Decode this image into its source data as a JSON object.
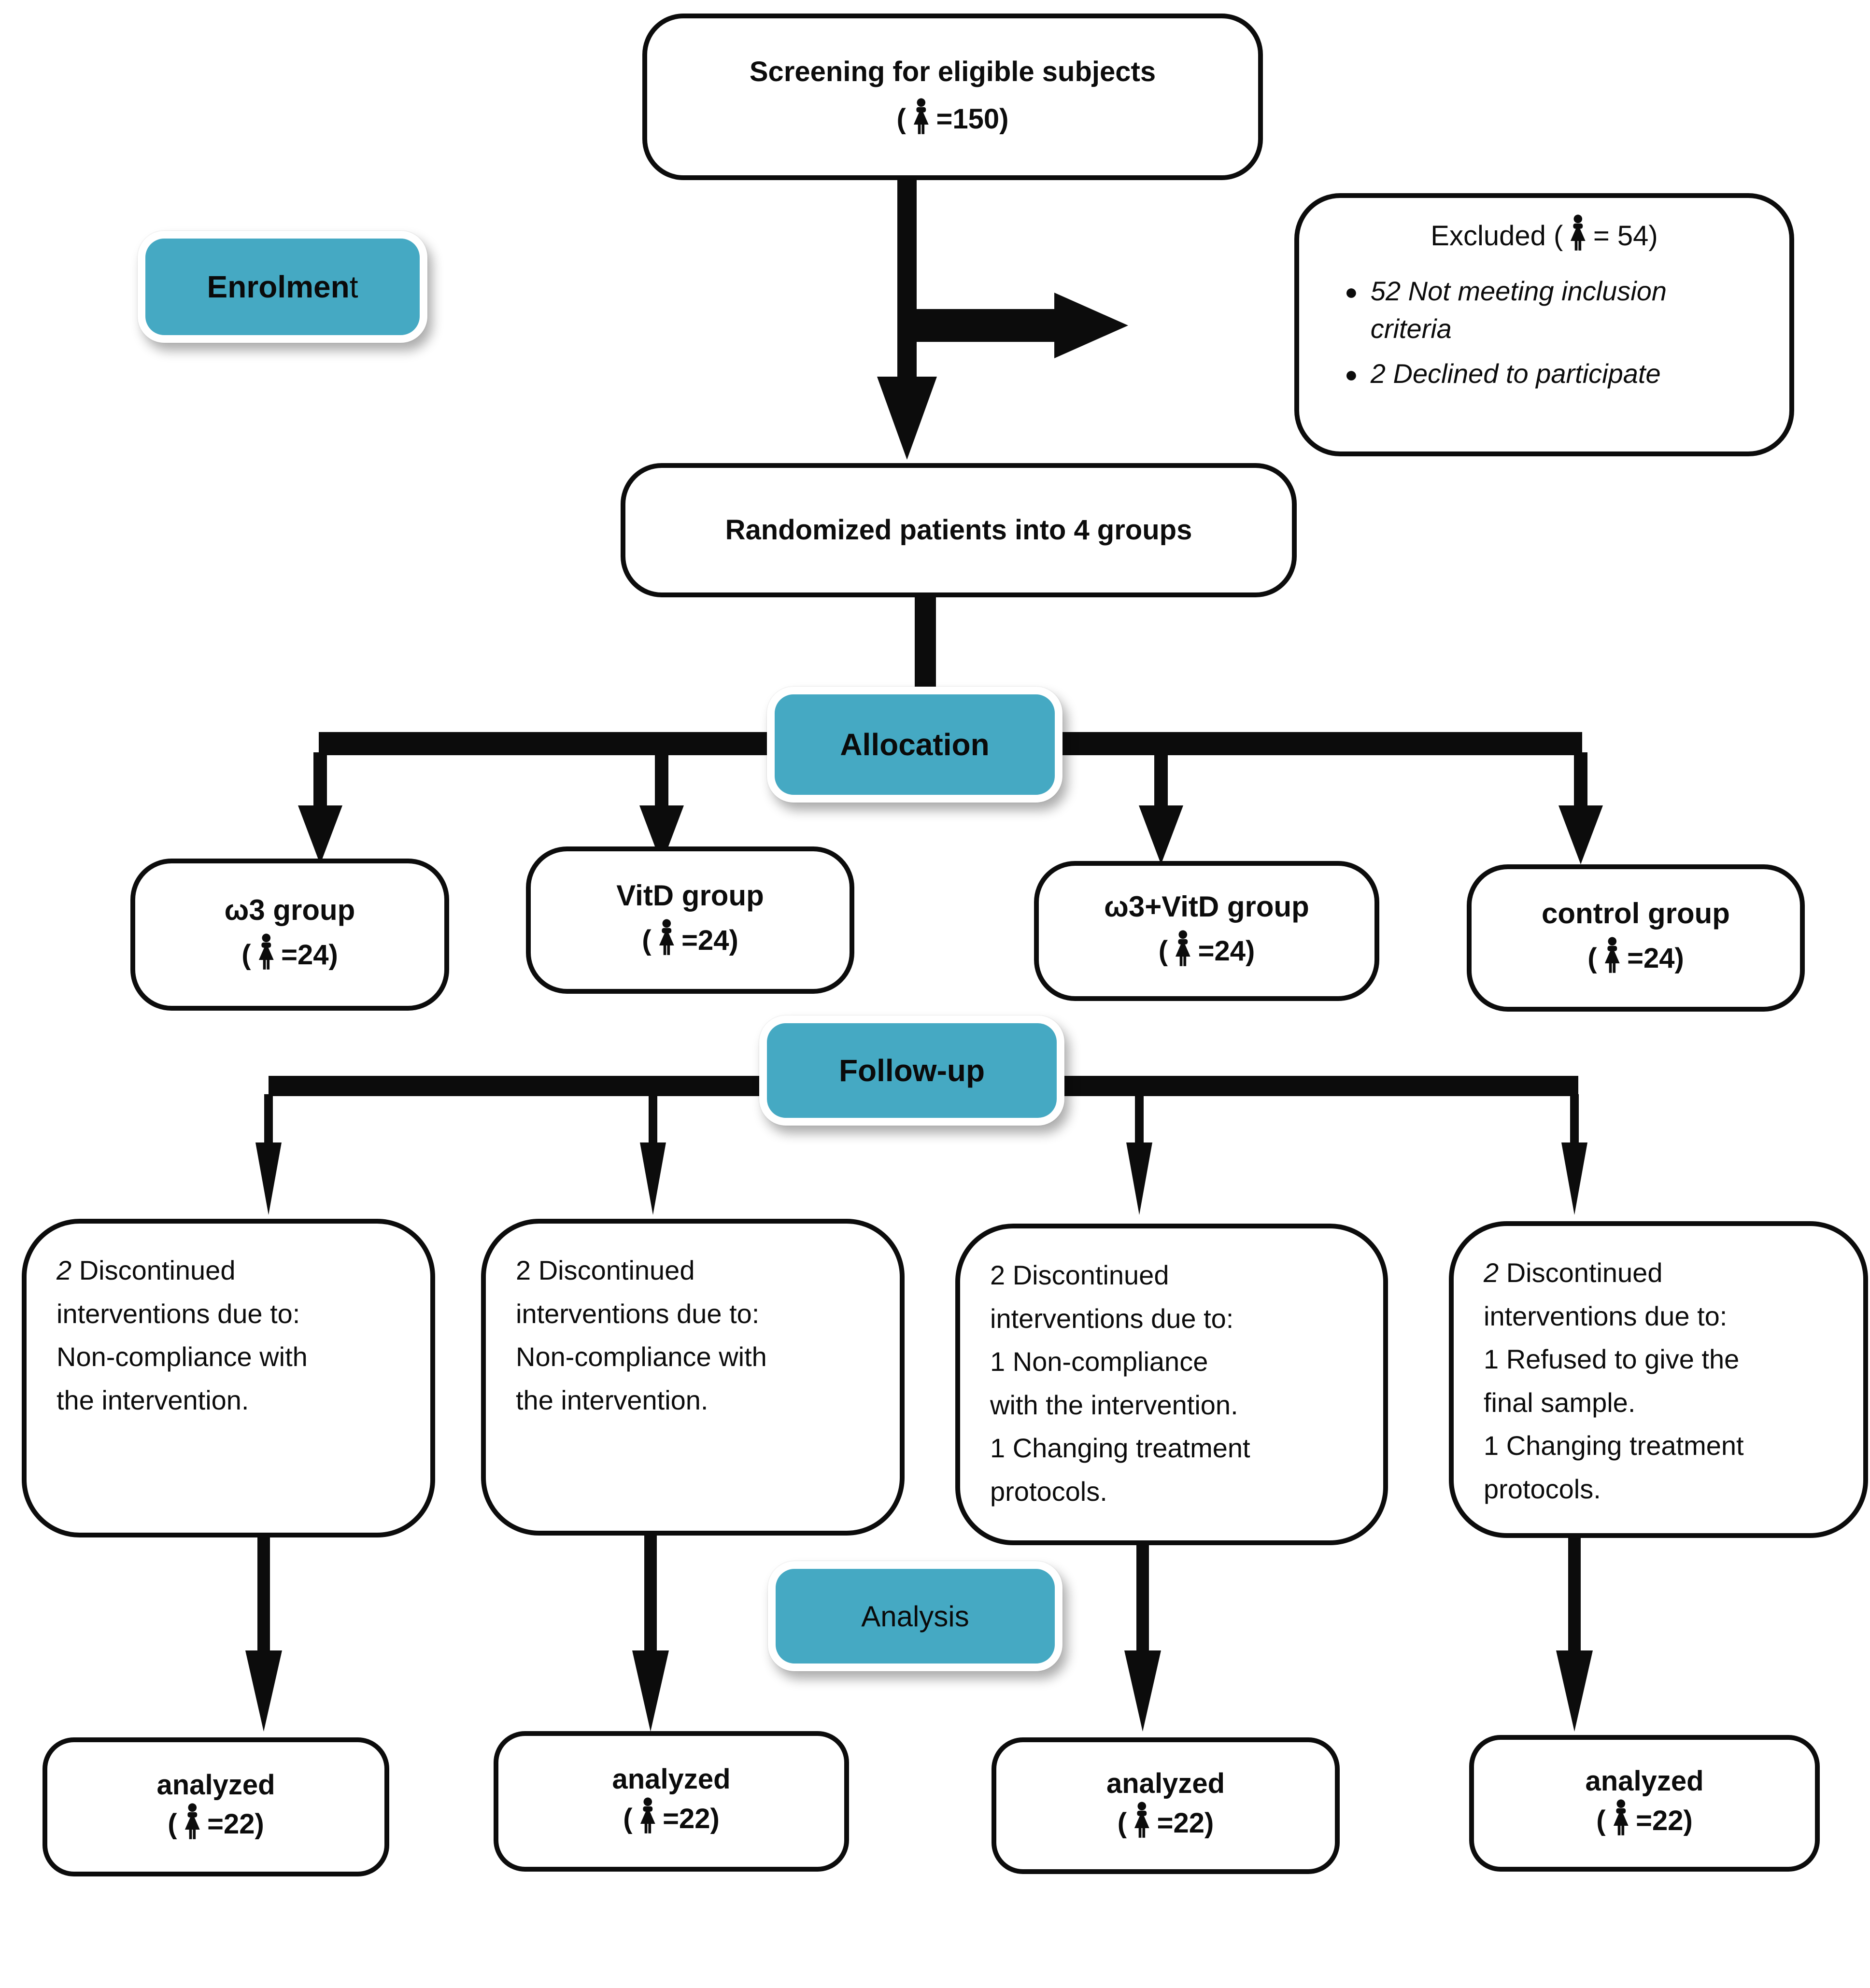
{
  "colors": {
    "stage_fill": "#45A9C3",
    "line_color": "#0c0c0c"
  },
  "screening": {
    "title": "Screening for eligible subjects",
    "count_open": "(",
    "count_rest": "=150)"
  },
  "excluded": {
    "title_open": "Excluded (",
    "title_rest": "= 54)",
    "bullets": [
      "52 Not meeting inclusion criteria",
      "2 Declined to participate"
    ]
  },
  "randomized": {
    "title": "Randomized patients into 4 groups"
  },
  "stages": {
    "enrolment_main": "Enrolmen",
    "enrolment_tail": "t",
    "allocation": "Allocation",
    "followup": "Follow-up",
    "analysis": "Analysis"
  },
  "groups": [
    {
      "name": "ω3 group",
      "count_open": "(",
      "count_rest": "=24)"
    },
    {
      "name": "VitD group",
      "count_open": "(",
      "count_rest": "=24)"
    },
    {
      "name": "ω3+VitD group",
      "count_open": "(",
      "count_rest": "=24)"
    },
    {
      "name": "control group",
      "count_open": "(",
      "count_rest": "=24)"
    }
  ],
  "followup_boxes": [
    {
      "num": "2",
      "first_rest": " Discontinued",
      "lines": [
        "interventions due to:",
        "Non-compliance with",
        "the intervention."
      ]
    },
    {
      "num": "2",
      "first_rest": " Discontinued",
      "lines": [
        "interventions due to:",
        "Non-compliance with",
        "the intervention."
      ]
    },
    {
      "num": "2",
      "first_rest": " Discontinued",
      "lines": [
        "interventions due to:",
        "1 Non-compliance",
        "with the intervention.",
        "1 Changing treatment",
        "protocols."
      ]
    },
    {
      "num": "2",
      "first_rest": " Discontinued",
      "lines": [
        "interventions due to:",
        "1 Refused to give the",
        "final sample.",
        "1 Changing treatment",
        "protocols."
      ]
    }
  ],
  "analyzed_boxes": [
    {
      "label": "analyzed",
      "count_open": "(",
      "count_rest": "=22)"
    },
    {
      "label": "analyzed",
      "count_open": "(",
      "count_rest": "=22)"
    },
    {
      "label": "analyzed",
      "count_open": "(",
      "count_rest": "=22)"
    },
    {
      "label": "analyzed",
      "count_open": "(",
      "count_rest": "=22)"
    }
  ]
}
